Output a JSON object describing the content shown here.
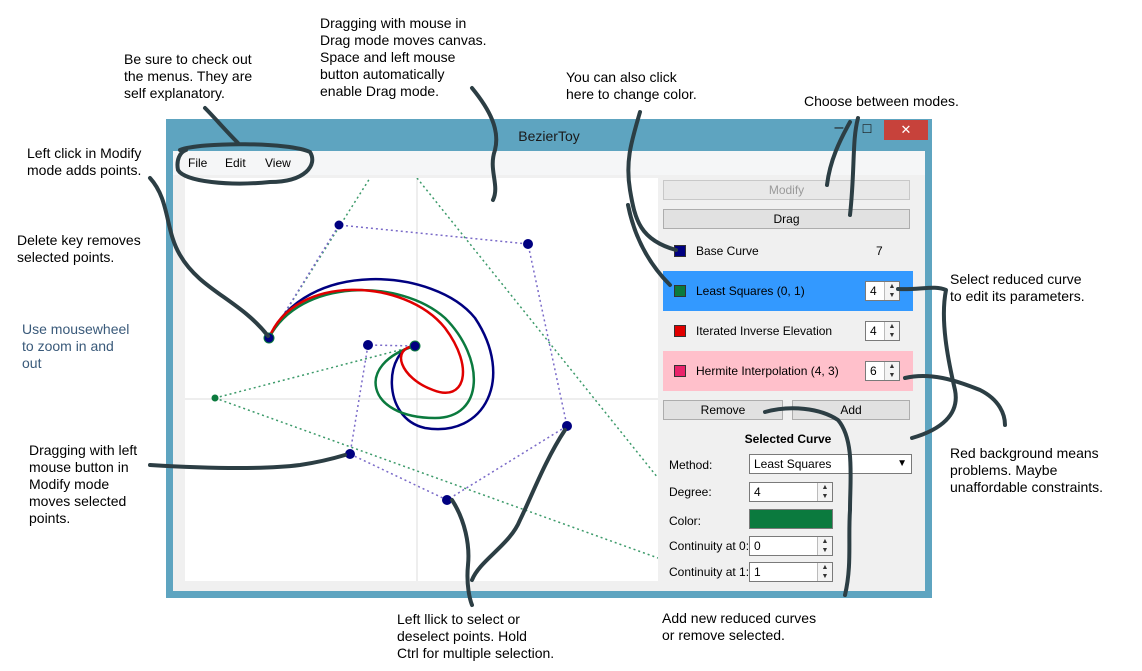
{
  "window": {
    "title": "BezierToy",
    "min_glyph": "–",
    "max_glyph": "☐",
    "close_glyph": "✕",
    "accent": "#5ea4c0",
    "close_color": "#c7423b"
  },
  "menu": {
    "file": "File",
    "edit": "Edit",
    "view": "View"
  },
  "panel": {
    "modify_label": "Modify",
    "drag_label": "Drag",
    "base_curve": {
      "label": "Base Curve",
      "value": "7",
      "color": "#000080"
    },
    "curves": [
      {
        "label": "Least Squares (0, 1)",
        "degree": "4",
        "color": "#0b7a3e",
        "row_bg": "#3399ff"
      },
      {
        "label": "Iterated Inverse Elevation",
        "degree": "4",
        "color": "#e00000",
        "row_bg": "#f0f0f0"
      },
      {
        "label": "Hermite Interpolation (4, 3)",
        "degree": "6",
        "color": "#e8246a",
        "row_bg": "#ffc0cb"
      }
    ],
    "remove_label": "Remove",
    "add_label": "Add",
    "selected": {
      "title": "Selected Curve",
      "method_label": "Method:",
      "method_value": "Least Squares",
      "degree_label": "Degree:",
      "degree_value": "4",
      "color_label": "Color:",
      "color_value": "#0b7a3e",
      "cont0_label": "Continuity at 0:",
      "cont0_value": "0",
      "cont1_label": "Continuity at 1:",
      "cont1_value": "1"
    }
  },
  "annotations": {
    "menus": "Be sure to check out\nthe menus. They are\nself explanatory.",
    "drag_mode": "Dragging with mouse in\nDrag mode moves canvas.\nSpace and left mouse\nbutton automatically\nenable Drag mode.",
    "click_color": "You can also click\nhere to change color.",
    "choose_modes": "Choose between modes.",
    "left_click": "Left click in Modify\nmode adds points.",
    "delete_key": "Delete key removes\nselected points.",
    "mousewheel": "Use mousewheel\nto zoom in and\nout",
    "select_reduced": "Select reduced curve\nto edit its parameters.",
    "red_bg": "Red background means\nproblems. Maybe\nunaffordable constraints.",
    "drag_left": "Dragging with left\nmouse button in\nModify mode\nmoves selected\npoints.",
    "left_select": "Left llick to select or\ndeselect points. Hold\nCtrl for multiple selection.",
    "add_remove": "Add new reduced curves\nor remove selected."
  }
}
